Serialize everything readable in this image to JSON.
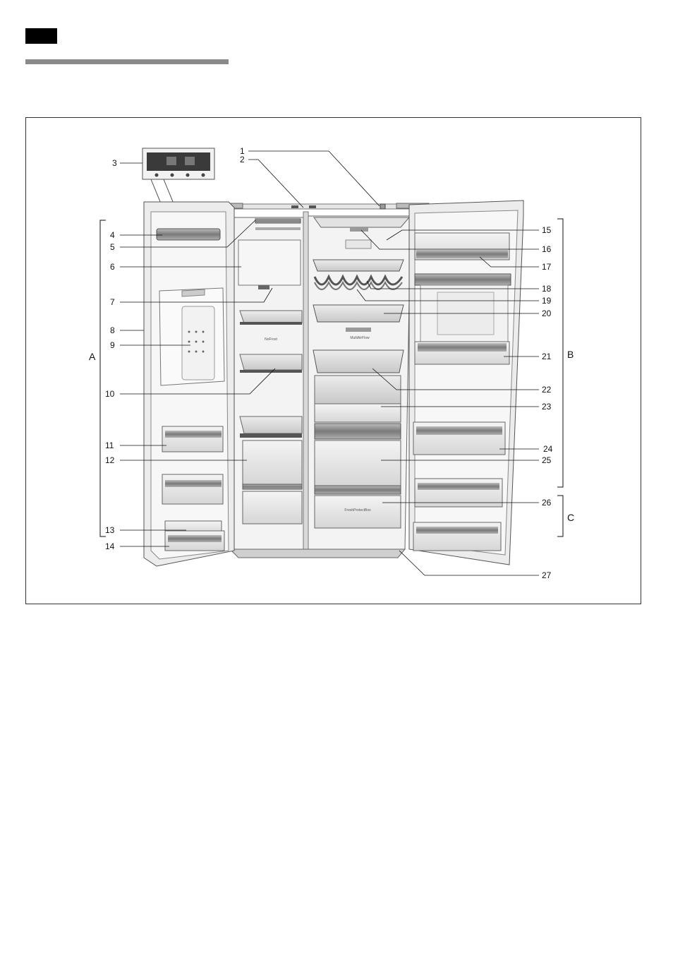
{
  "diagram": {
    "callouts": [
      "1",
      "2",
      "3",
      "4",
      "5",
      "6",
      "7",
      "8",
      "9",
      "10",
      "11",
      "12",
      "13",
      "14",
      "15",
      "16",
      "17",
      "18",
      "19",
      "20",
      "21",
      "22",
      "23",
      "24",
      "25",
      "26",
      "27"
    ],
    "groups": {
      "a": "A",
      "b": "B",
      "c": "C"
    },
    "print": {
      "nofrost": "NoFrost",
      "multiairflow": "MultiAirFlow",
      "freshprotectbox": "FreshProtectBox"
    }
  }
}
